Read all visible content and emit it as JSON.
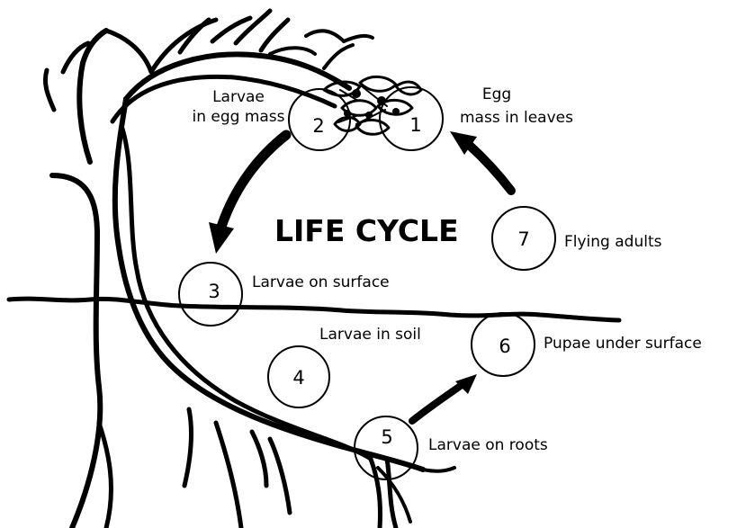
{
  "diagram": {
    "title": "LIFE CYCLE",
    "stages": [
      {
        "num": "1",
        "label_lines": [
          "Egg",
          "mass in leaves"
        ]
      },
      {
        "num": "2",
        "label_lines": [
          "Larvae",
          "in egg mass"
        ]
      },
      {
        "num": "3",
        "label_lines": [
          "Larvae on surface"
        ]
      },
      {
        "num": "4",
        "label_lines": [
          "Larvae in soil"
        ]
      },
      {
        "num": "5",
        "label_lines": [
          "Larvae on roots"
        ]
      },
      {
        "num": "6",
        "label_lines": [
          "Pupae under surface"
        ]
      },
      {
        "num": "7",
        "label_lines": [
          "Flying adults"
        ]
      }
    ]
  }
}
